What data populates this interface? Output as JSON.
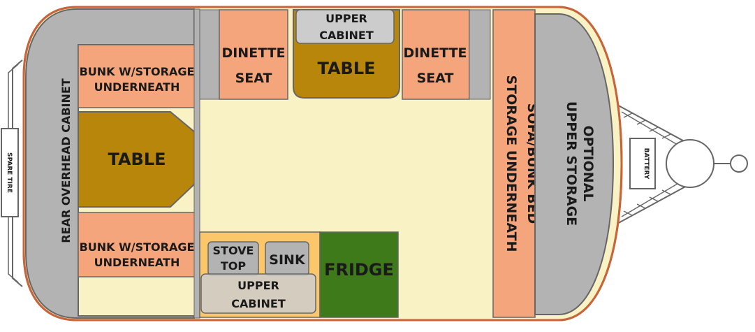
{
  "colors": {
    "floor": "#f8f2c4",
    "cabinet_gray": "#b3b3b3",
    "upper_light": "#cccccc",
    "seat_salmon": "#f5a57c",
    "table_brown": "#b8860b",
    "fridge_green": "#3e7a1a",
    "counter_yellow": "#fcc76a",
    "wall_orange": "#c8643a",
    "frame_stroke": "#666666"
  },
  "labels": {
    "rear_cabinet": "REAR OVERHEAD CABINET",
    "bunk_top_1": "BUNK W/STORAGE",
    "bunk_top_2": "UNDERNEATH",
    "bunk_bottom_1": "BUNK W/STORAGE",
    "bunk_bottom_2": "UNDERNEATH",
    "rear_table": "TABLE",
    "dinette_left_1": "DINETTE",
    "dinette_left_2": "SEAT",
    "dinette_right_1": "DINETTE",
    "dinette_right_2": "SEAT",
    "front_table": "TABLE",
    "upper_cabinet_top_1": "UPPER",
    "upper_cabinet_top_2": "CABINET",
    "stove_1": "STOVE",
    "stove_2": "TOP",
    "sink": "SINK",
    "upper_cabinet_bottom_1": "UPPER",
    "upper_cabinet_bottom_2": "CABINET",
    "fridge": "FRIDGE",
    "sofa_1": "SOFA/BUNK BED",
    "sofa_2": "STORAGE UNDERNEATH",
    "optional_1": "OPTIONAL",
    "optional_2": "UPPER STORAGE",
    "spare_tire": "SPARE TIRE",
    "battery": "BATTERY"
  }
}
